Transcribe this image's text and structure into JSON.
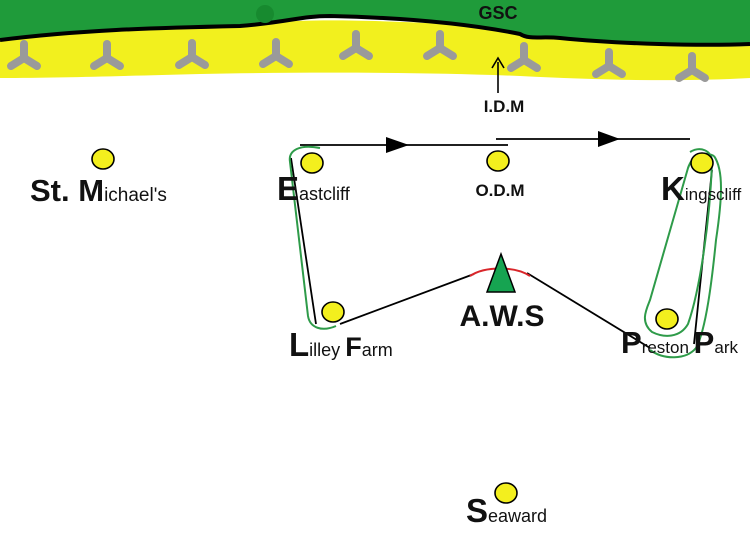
{
  "diagram": {
    "colors": {
      "grass": "#1f9b3a",
      "sand": "#f2f01e",
      "tetrapod": "#9a9a9a",
      "circuit": "#2e9b49",
      "track": "#000000",
      "red_arc": "#d9262a",
      "marker": "#f3ef1e",
      "aws_triangle": "#16a451"
    },
    "top_label": "GSC",
    "idm_label": "I.D.M",
    "odm_label": "O.D.M",
    "aws_label": "A.W.S",
    "marks": {
      "st_michaels": {
        "initial": "St. M",
        "rest": "ichael's"
      },
      "eastcliff": {
        "initial": "E",
        "rest": "astcliff"
      },
      "kingscliff": {
        "initial": "K",
        "rest": "ingscliff"
      },
      "lilley_farm": {
        "initial1": "L",
        "rest1": "illey ",
        "initial2": "F",
        "rest2": "arm"
      },
      "preston_park": {
        "initial1": "P",
        "rest1": "reston ",
        "initial2": "P",
        "rest2": "ark"
      },
      "seaward": {
        "initial": "S",
        "rest": "eaward"
      }
    },
    "icons": [
      "tetrapod-icon",
      "arrow-icon",
      "marker-buoy-icon",
      "triangle-icon"
    ]
  }
}
